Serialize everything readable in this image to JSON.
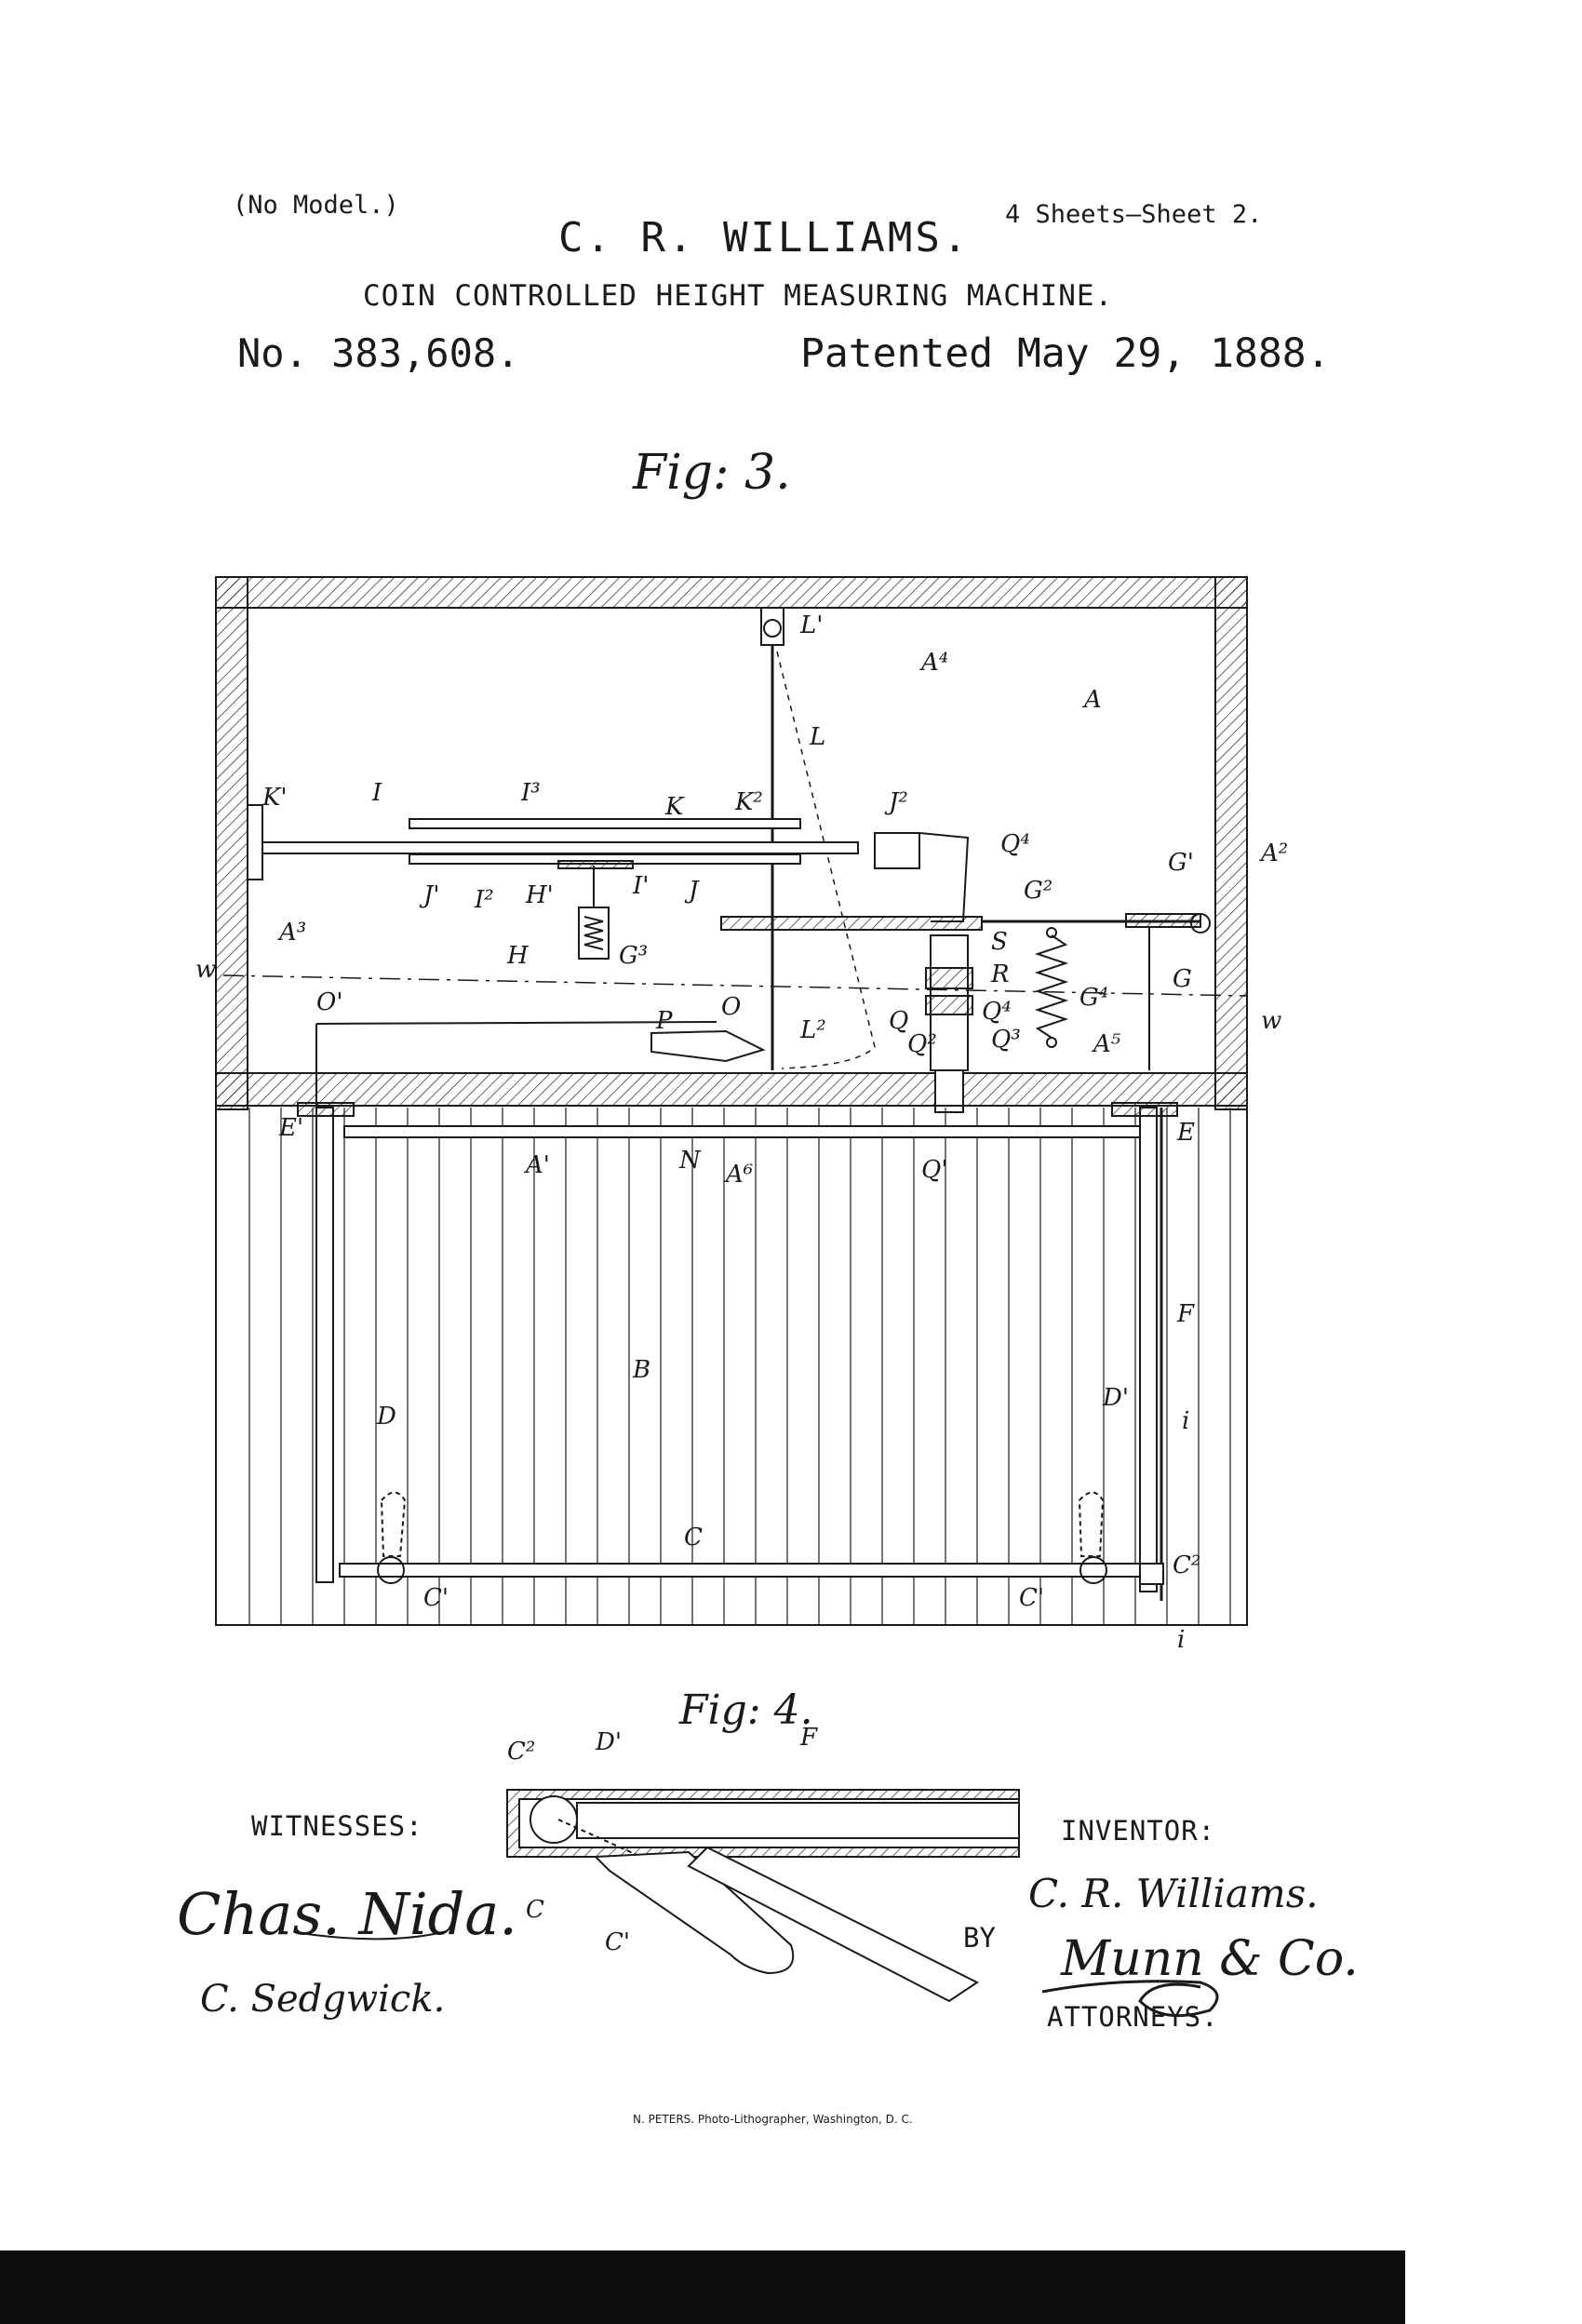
{
  "header": {
    "no_model": "(No Model.)",
    "sheets": "4 Sheets—Sheet 2.",
    "inventor_name": "C. R. WILLIAMS.",
    "title": "COIN CONTROLLED HEIGHT MEASURING MACHINE.",
    "patent_number": "No. 383,608.",
    "patent_date": "Patented May 29, 1888."
  },
  "figures": {
    "fig3_label": "Fig: 3.",
    "fig4_label": "Fig: 4."
  },
  "fig3_labels": {
    "L1": "L'",
    "A4": "A⁴",
    "A": "A",
    "L": "L",
    "K1": "K'",
    "I": "I",
    "I3": "I³",
    "K": "K",
    "K2": "K²",
    "J2": "J²",
    "Q4": "Q⁴",
    "G1": "G'",
    "A2": "A²",
    "J1": "J'",
    "I2": "I²",
    "H1": "H'",
    "I1": "I'",
    "J": "J",
    "G2": "G²",
    "A3": "A³",
    "H": "H",
    "G3": "G³",
    "S": "S",
    "G": "G",
    "w_left": "w",
    "w_right": "w",
    "R": "R",
    "G4": "G⁴",
    "O1": "O'",
    "P": "P",
    "O": "O",
    "L2": "L²",
    "Q": "Q",
    "Q2": "Q²",
    "Q3": "Q³",
    "A5": "A⁵",
    "E1": "E'",
    "E": "E",
    "A1": "A'",
    "N": "N",
    "A6": "A⁶",
    "Qp": "Q'",
    "F": "F",
    "B": "B",
    "D1": "D'",
    "i_upper": "i",
    "D": "D",
    "C": "C",
    "C2": "C²",
    "C1_left": "C'",
    "C1_right": "C'",
    "i_lower": "i"
  },
  "fig4_labels": {
    "C2": "C²",
    "D1": "D'",
    "F": "F",
    "C": "C",
    "C1": "C'"
  },
  "signatures": {
    "witnesses_label": "WITNESSES:",
    "witness_1": "Chas. Nida.",
    "witness_2": "C. Sedgwick.",
    "inventor_label": "INVENTOR:",
    "inventor_signature": "C. R. Williams.",
    "by_label": "BY",
    "attorney_signature": "Munn & Co.",
    "attorneys_label": "ATTORNEYS."
  },
  "footer": {
    "lithographer": "N. PETERS. Photo-Lithographer, Washington, D. C."
  }
}
